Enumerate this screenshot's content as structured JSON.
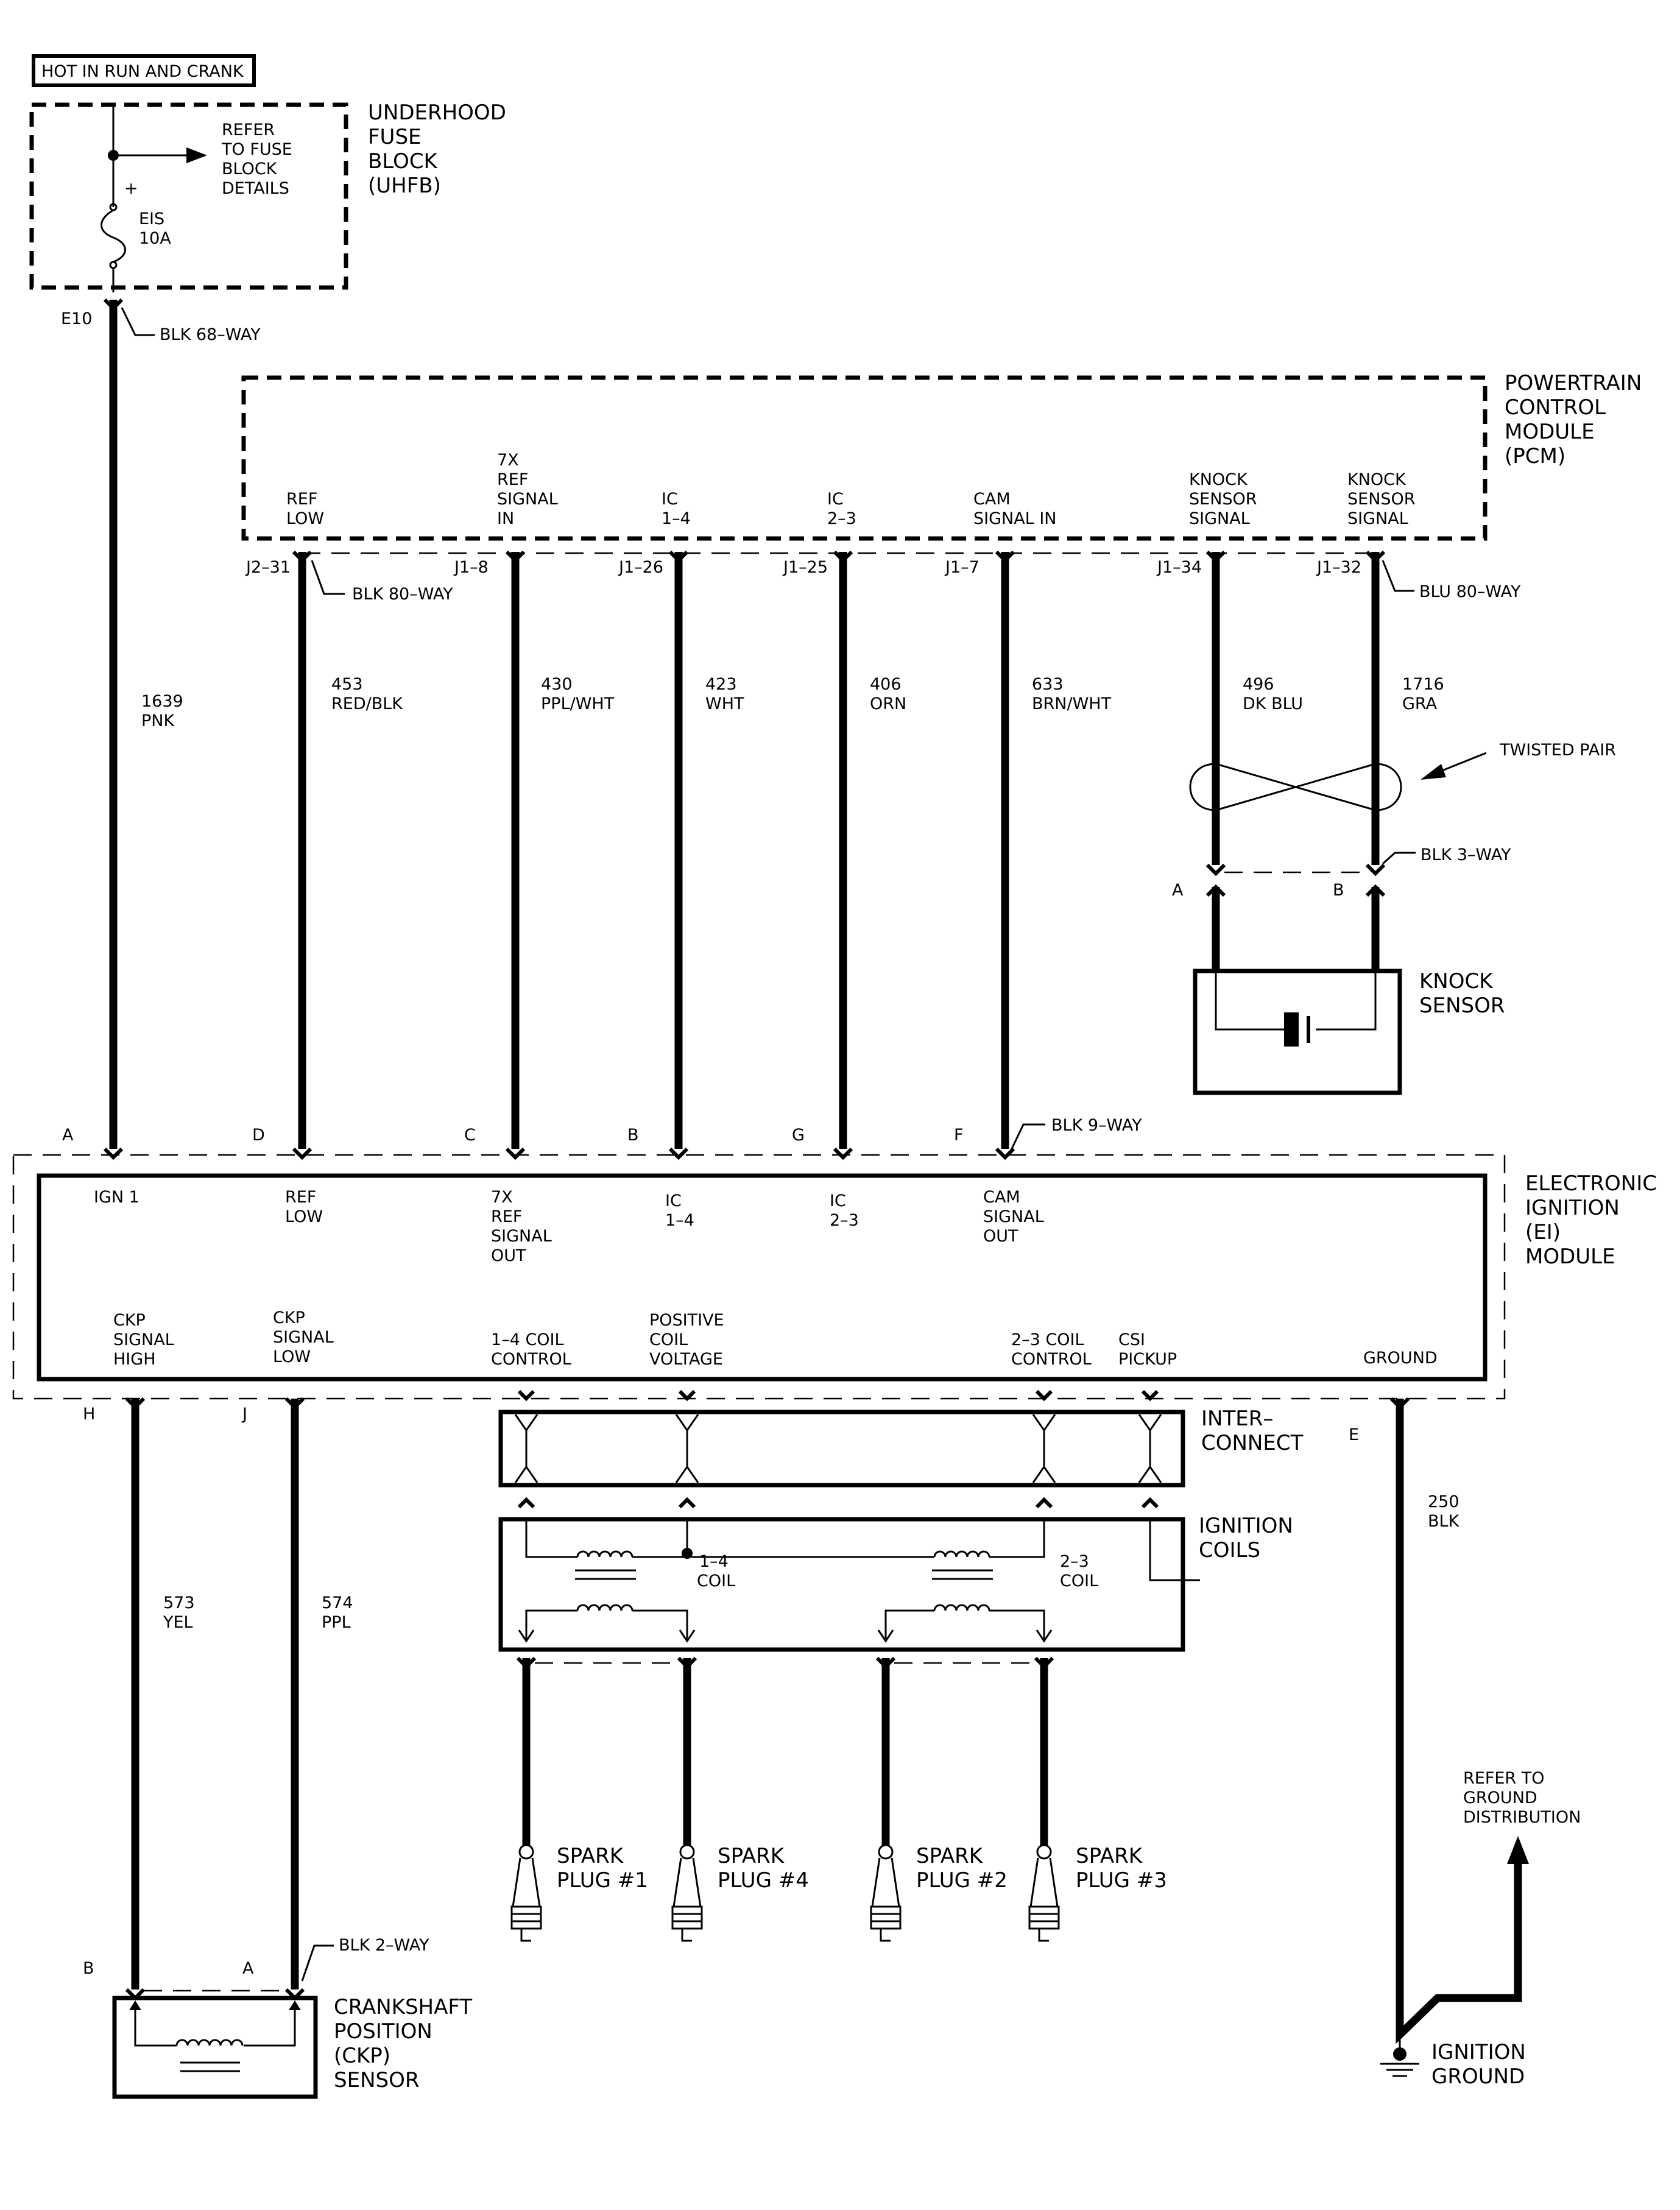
{
  "header": {
    "power_label": "HOT IN RUN AND CRANK"
  },
  "uhfb": {
    "title": [
      "UNDERHOOD",
      "FUSE",
      "BLOCK",
      "(UHFB)"
    ],
    "refer": [
      "REFER",
      "TO FUSE",
      "BLOCK",
      "DETAILS"
    ],
    "fuse_plus": "+",
    "fuse": [
      "EIS",
      "10A"
    ],
    "terminal": "E10",
    "connector": "BLK 68–WAY"
  },
  "pcm": {
    "title": [
      "POWERTRAIN",
      "CONTROL",
      "MODULE",
      "(PCM)"
    ],
    "connector_j2": "BLK 80–WAY",
    "connector_j1": "BLU 80–WAY",
    "pins": [
      {
        "label": [
          "REF",
          "LOW"
        ],
        "pin": "J2–31"
      },
      {
        "label": [
          "7X",
          "REF",
          "SIGNAL",
          "IN"
        ],
        "pin": "J1–8"
      },
      {
        "label": [
          "IC",
          "1–4"
        ],
        "pin": "J1–26"
      },
      {
        "label": [
          "IC",
          "2–3"
        ],
        "pin": "J1–25"
      },
      {
        "label": [
          "CAM",
          "SIGNAL  IN"
        ],
        "pin": "J1–7"
      },
      {
        "label": [
          "KNOCK",
          "SENSOR",
          "SIGNAL"
        ],
        "pin": "J1–34"
      },
      {
        "label": [
          "KNOCK",
          "SENSOR",
          "SIGNAL"
        ],
        "pin": "J1–32"
      }
    ]
  },
  "wires": [
    {
      "circuit": "1639",
      "color": "PNK"
    },
    {
      "circuit": "453",
      "color": "RED/BLK"
    },
    {
      "circuit": "430",
      "color": "PPL/WHT"
    },
    {
      "circuit": "423",
      "color": "WHT"
    },
    {
      "circuit": "406",
      "color": "ORN"
    },
    {
      "circuit": "633",
      "color": "BRN/WHT"
    },
    {
      "circuit": "496",
      "color": "DK BLU"
    },
    {
      "circuit": "1716",
      "color": "GRA"
    },
    {
      "circuit": "573",
      "color": "YEL"
    },
    {
      "circuit": "574",
      "color": "PPL"
    },
    {
      "circuit": "250",
      "color": "BLK"
    }
  ],
  "knock": {
    "twisted": "TWISTED PAIR",
    "connector": "BLK 3–WAY",
    "pin_a": "A",
    "pin_b": "B",
    "title": [
      "KNOCK",
      "SENSOR"
    ]
  },
  "ei": {
    "title": [
      "ELECTRONIC",
      "IGNITION",
      "(EI)",
      "MODULE"
    ],
    "connector": "BLK 9–WAY",
    "top_pins": [
      "A",
      "D",
      "C",
      "B",
      "G",
      "F"
    ],
    "top_labels": [
      [
        "IGN 1"
      ],
      [
        "REF",
        "LOW"
      ],
      [
        "7X",
        "REF",
        "SIGNAL",
        "OUT"
      ],
      [
        "IC",
        "1–4"
      ],
      [
        "IC",
        "2–3"
      ],
      [
        "CAM",
        "SIGNAL",
        "OUT"
      ]
    ],
    "bottom_labels": [
      [
        "CKP",
        "SIGNAL",
        "HIGH"
      ],
      [
        "CKP",
        "SIGNAL",
        "LOW"
      ],
      [
        "1–4 COIL",
        "CONTROL"
      ],
      [
        "POSITIVE",
        "COIL",
        "VOLTAGE"
      ],
      [
        "2–3 COIL",
        "CONTROL"
      ],
      [
        "CSI",
        "PICKUP"
      ],
      [
        "GROUND"
      ]
    ],
    "bottom_pins": [
      "H",
      "J",
      "E"
    ]
  },
  "interconnect": {
    "title": [
      "INTER–",
      "CONNECT"
    ]
  },
  "coils": {
    "title": [
      "IGNITION",
      "COILS"
    ],
    "coil14": [
      "1–4",
      "COIL"
    ],
    "coil23": [
      "2–3",
      "COIL"
    ]
  },
  "spark_plugs": [
    [
      "SPARK",
      "PLUG  #1"
    ],
    [
      "SPARK",
      "PLUG  #4"
    ],
    [
      "SPARK",
      "PLUG  #2"
    ],
    [
      "SPARK",
      "PLUG  #3"
    ]
  ],
  "ckp": {
    "connector": "BLK 2–WAY",
    "pin_b": "B",
    "pin_a": "A",
    "title": [
      "CRANKSHAFT",
      "POSITION",
      "(CKP)",
      "SENSOR"
    ]
  },
  "ground": {
    "refer": [
      "REFER TO",
      "GROUND",
      "DISTRIBUTION"
    ],
    "title": [
      "IGNITION",
      "GROUND"
    ]
  }
}
